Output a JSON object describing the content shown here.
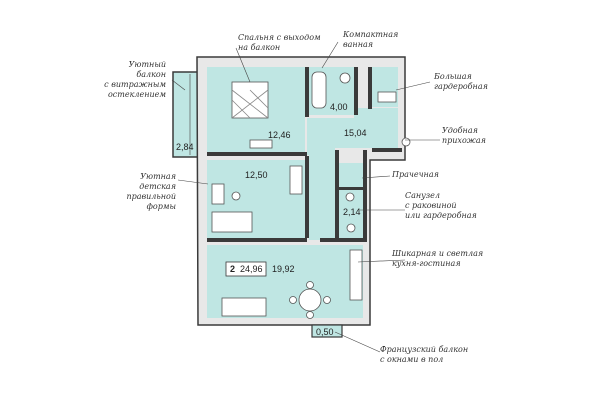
{
  "plan": {
    "colors": {
      "floor": "#bfe6e3",
      "wall": "#3a3a3a",
      "wall_fill": "#e8e8e8",
      "furniture": "#ffffff",
      "line": "#555555"
    },
    "annotations": [
      {
        "id": "bedroom-balcony",
        "text": "Спальня с выходом\nна балкон"
      },
      {
        "id": "bathroom",
        "text": "Компактная\nванная"
      },
      {
        "id": "wardrobe",
        "text": "Большая\nгардеробная"
      },
      {
        "id": "hallway",
        "text": "Удобная\nприхожая"
      },
      {
        "id": "storage",
        "text": "Прачечная"
      },
      {
        "id": "toilet",
        "text": "Санузел\nс раковиной\nили гардеробная"
      },
      {
        "id": "kitchen",
        "text": "Шикарная и светлая\nкухня-гостиная"
      },
      {
        "id": "french-balcony",
        "text": "Французский балкон\nс окнами в пол"
      },
      {
        "id": "glazed-balcony",
        "text": "Уютный балкон\nс витражным\nостеклением"
      },
      {
        "id": "kids-room",
        "text": "Уютная\nдетская\nправильной\nформы"
      }
    ],
    "rooms": [
      {
        "id": "balcony-left",
        "area": "2,84"
      },
      {
        "id": "bedroom",
        "area": "12,46"
      },
      {
        "id": "bath",
        "area": "4,00"
      },
      {
        "id": "hall",
        "area": "15,04"
      },
      {
        "id": "kids",
        "area": "12,50"
      },
      {
        "id": "wc",
        "area": "2,14"
      },
      {
        "id": "kitchen-living",
        "area": "19,92"
      },
      {
        "id": "french-balcony",
        "area": "0,50"
      }
    ],
    "legend": {
      "rooms_count": "2",
      "total_area": "24,96"
    }
  }
}
